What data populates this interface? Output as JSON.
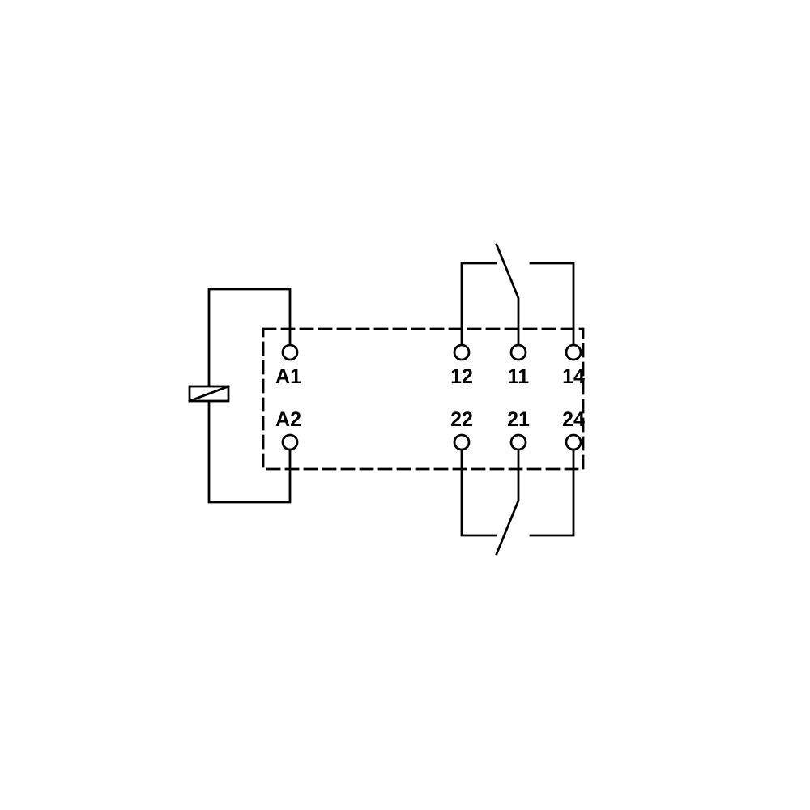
{
  "colors": {
    "line": "#000000",
    "background": "#ffffff"
  },
  "labels": {
    "a1": "A1",
    "a2": "A2",
    "t12": "12",
    "t11": "11",
    "t14": "14",
    "t22": "22",
    "t21": "21",
    "t24": "24"
  }
}
